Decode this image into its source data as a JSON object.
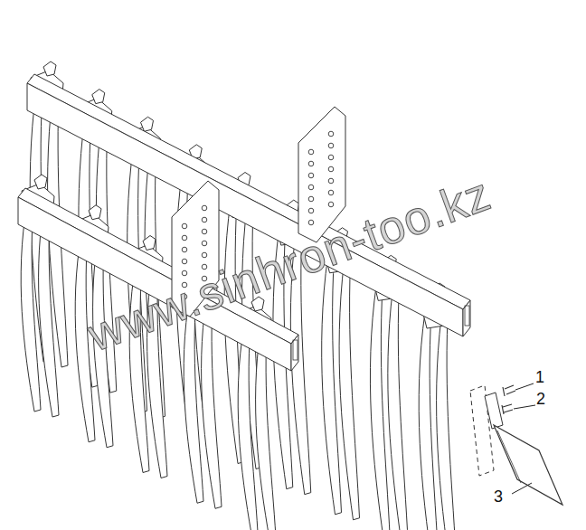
{
  "diagram": {
    "labels": [
      "www.sinhron-too.kz",
      "1",
      "2",
      "3"
    ]
  }
}
